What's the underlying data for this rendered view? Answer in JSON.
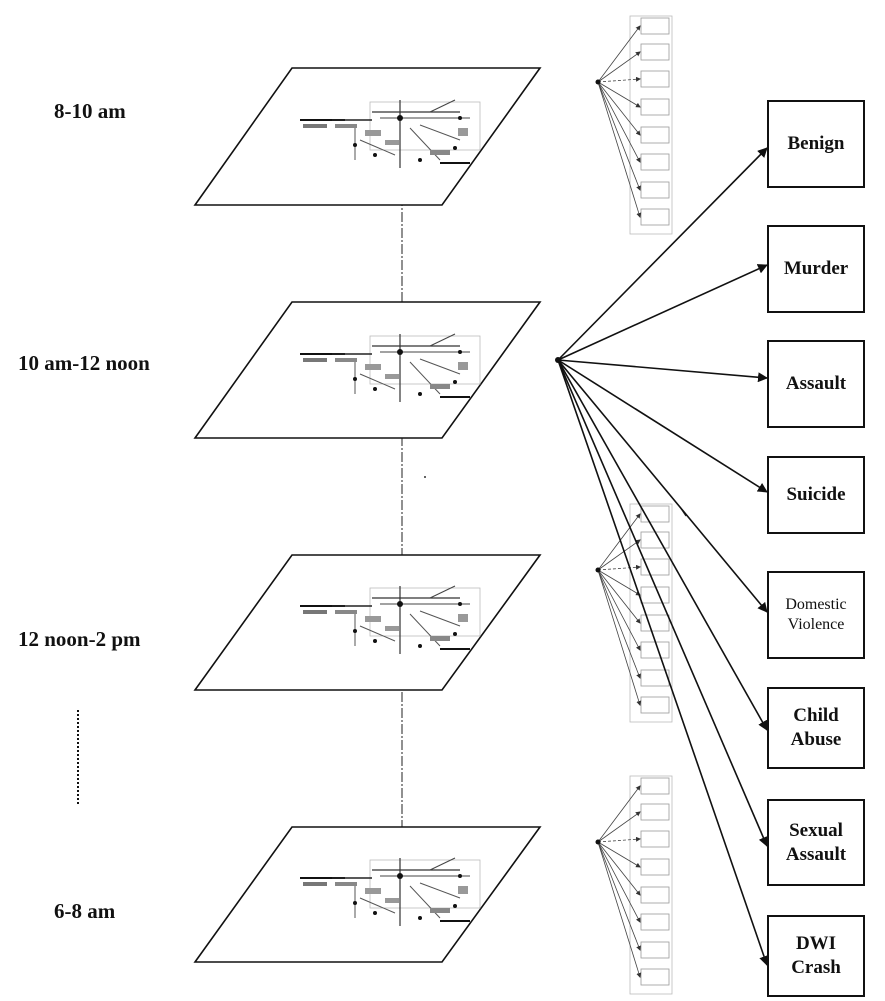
{
  "time_slices": [
    {
      "label": "8-10 am"
    },
    {
      "label": "10 am-12 noon"
    },
    {
      "label": "12 noon-2 pm"
    },
    {
      "label": "6-8 am"
    }
  ],
  "outcomes": [
    {
      "lines": [
        "Benign"
      ]
    },
    {
      "lines": [
        "Murder"
      ]
    },
    {
      "lines": [
        "Assault"
      ]
    },
    {
      "lines": [
        "Suicide"
      ]
    },
    {
      "lines": [
        "Domestic",
        "Violence"
      ]
    },
    {
      "lines": [
        "Child",
        "Abuse"
      ]
    },
    {
      "lines": [
        "Sexual",
        "Assault"
      ]
    },
    {
      "lines": [
        "DWI",
        "Crash"
      ]
    }
  ]
}
